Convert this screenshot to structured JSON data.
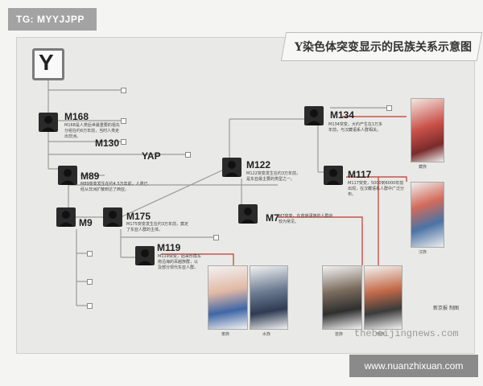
{
  "tag": "TG: MYYJJPP",
  "url": "www.nuanzhixuan.com",
  "title": "Y染色体突变显示的民族关系示意图",
  "root": "Y",
  "nodes": {
    "m168": {
      "label": "M168",
      "note": "M168是人类后世最重要的祖先分组在约6万年前，当时人类走出非洲。"
    },
    "m130": {
      "label": "M130"
    },
    "yap": {
      "label": "YAP"
    },
    "m89": {
      "label": "M89",
      "note": "M89突变发生在约4.5万年前，人类已经从非洲扩散到达了西亚。"
    },
    "m9": {
      "label": "M9"
    },
    "m175": {
      "label": "M175",
      "note": "M175突变发生在约3万年前，奠定了东亚人群的主体。"
    },
    "m119": {
      "label": "M119",
      "note": "M119突变，后来形成东南沿海的百越族群，以及部分现代东亚人群。"
    },
    "m122": {
      "label": "M122",
      "note": "M122突变发生在约3万年前，是东亚最主要的类型之一。"
    },
    "m7": {
      "label": "M7",
      "note": "M7突变，在苗瑶语族的人群中较为常见。"
    },
    "m134": {
      "label": "M134",
      "note": "M134突变，大约产生在1万多年前，与汉藏语系人群相关。"
    },
    "m117": {
      "label": "M117",
      "note": "M117突变，5000到6000年前出现，在汉藏语系人群中广泛分布。"
    }
  },
  "captions": [
    "藏族",
    "汉族",
    "傣族",
    "水族",
    "苗族",
    "瑶族"
  ],
  "watermark": "thebeijingnews.com",
  "credit": "新京报 制图"
}
